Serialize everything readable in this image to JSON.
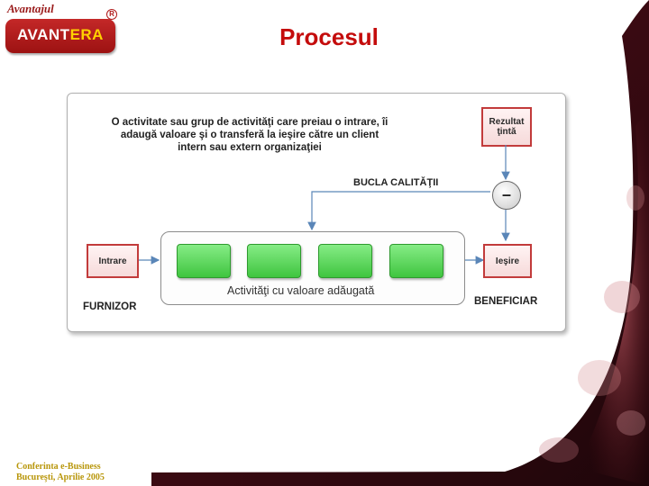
{
  "logo": {
    "top_text": "Avantajul",
    "brand_part1": "AVANT",
    "brand_part2": "ERA",
    "registered": "R"
  },
  "slide": {
    "title": "Procesul"
  },
  "diagram": {
    "description_lines": [
      "O activitate sau grup de activităţi care preiau o intrare, îi",
      "adaugă valoare şi o transferă la ieşire către un client",
      "intern sau extern organizaţiei"
    ],
    "target_lines": [
      "Rezultat",
      "ţintă"
    ],
    "loop_label": "BUCLA CALITĂŢII",
    "minus": "–",
    "input_label": "Intrare",
    "output_label": "Ieşire",
    "activities_label": "Activităţi cu valoare adăugată",
    "supplier_label": "FURNIZOR",
    "customer_label": "BENEFICIAR",
    "activity_count": 4
  },
  "footer": {
    "line1": "Conferinta e-Business",
    "line2": "Bucureşti, Aprilie 2005"
  },
  "colors": {
    "title": "#c40c0c",
    "box_border": "#c23b3b",
    "activity": "#4fd34f",
    "footer": "#b8960a"
  }
}
